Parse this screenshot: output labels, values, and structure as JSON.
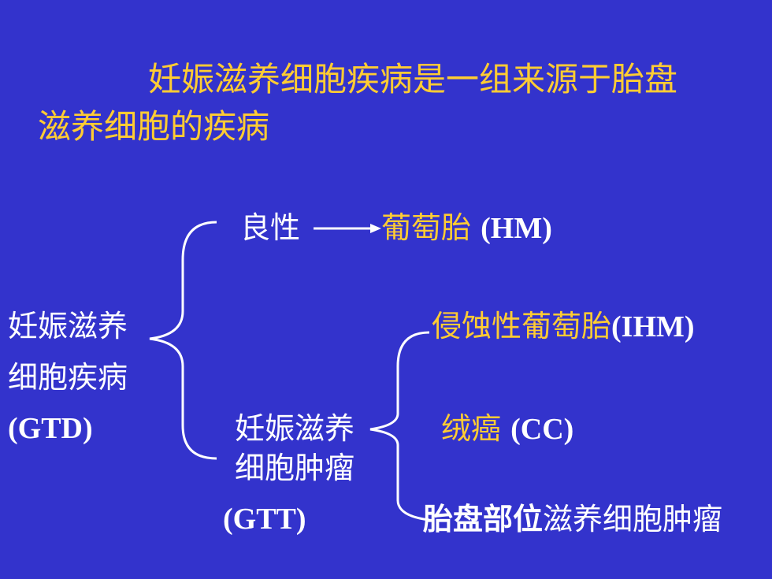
{
  "title": {
    "line1": "妊娠滋养细胞疾病是一组来源于胎盘",
    "line2": "滋养细胞的疾病"
  },
  "root": {
    "line1": "妊娠滋养",
    "line2": "细胞疾病",
    "abbr": "(GTD)"
  },
  "benign": {
    "label": "良性",
    "hm_cn": "葡萄胎",
    "hm_en": "(HM)"
  },
  "gtt": {
    "line1": "妊娠滋养",
    "line2": "细胞肿瘤",
    "abbr": "(GTT)"
  },
  "ihm": {
    "cn": "侵蚀性葡萄胎",
    "en": "(IHM)"
  },
  "cc": {
    "cn": "绒癌",
    "en": "(CC)"
  },
  "psstt": {
    "part1": "胎盘部位",
    "part2": "滋养细胞肿瘤"
  },
  "colors": {
    "background": "#3333cc",
    "highlight": "#ffcc33",
    "text": "#ffffff"
  }
}
